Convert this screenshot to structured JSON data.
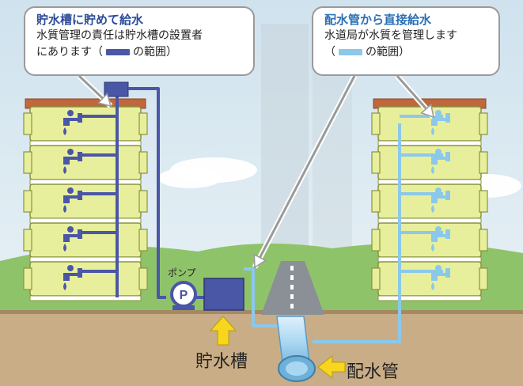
{
  "colors": {
    "sky_top": "#cfe2ee",
    "sky_bottom": "#e8f1f5",
    "ground": "#c9ad86",
    "grass": "#8fc36a",
    "building_floor": "#e8ef9c",
    "building_outline": "#8a9440",
    "roof": "#c0673c",
    "tank_pipe": "#4a56a6",
    "direct_pipe": "#8cc8ea",
    "main_pipe": "#a9d7f2",
    "title_left": "#2c4c98",
    "title_right": "#2a6fb5",
    "arrow_yellow": "#f7d61d"
  },
  "callouts": {
    "left": {
      "title": "貯水槽に貯めて給水",
      "line1": "水質管理の責任は貯水槽の設置者",
      "line2_pre": "にあります（",
      "line2_post": "の範囲）"
    },
    "right": {
      "title": "配水管から直接給水",
      "line1": "水道局が水質を管理します",
      "line2_pre": "（",
      "line2_post": "の範囲）"
    }
  },
  "labels": {
    "pump": "ポンプ",
    "pump_symbol": "P",
    "storage_tank": "貯水槽",
    "distribution_pipe": "配水管"
  }
}
